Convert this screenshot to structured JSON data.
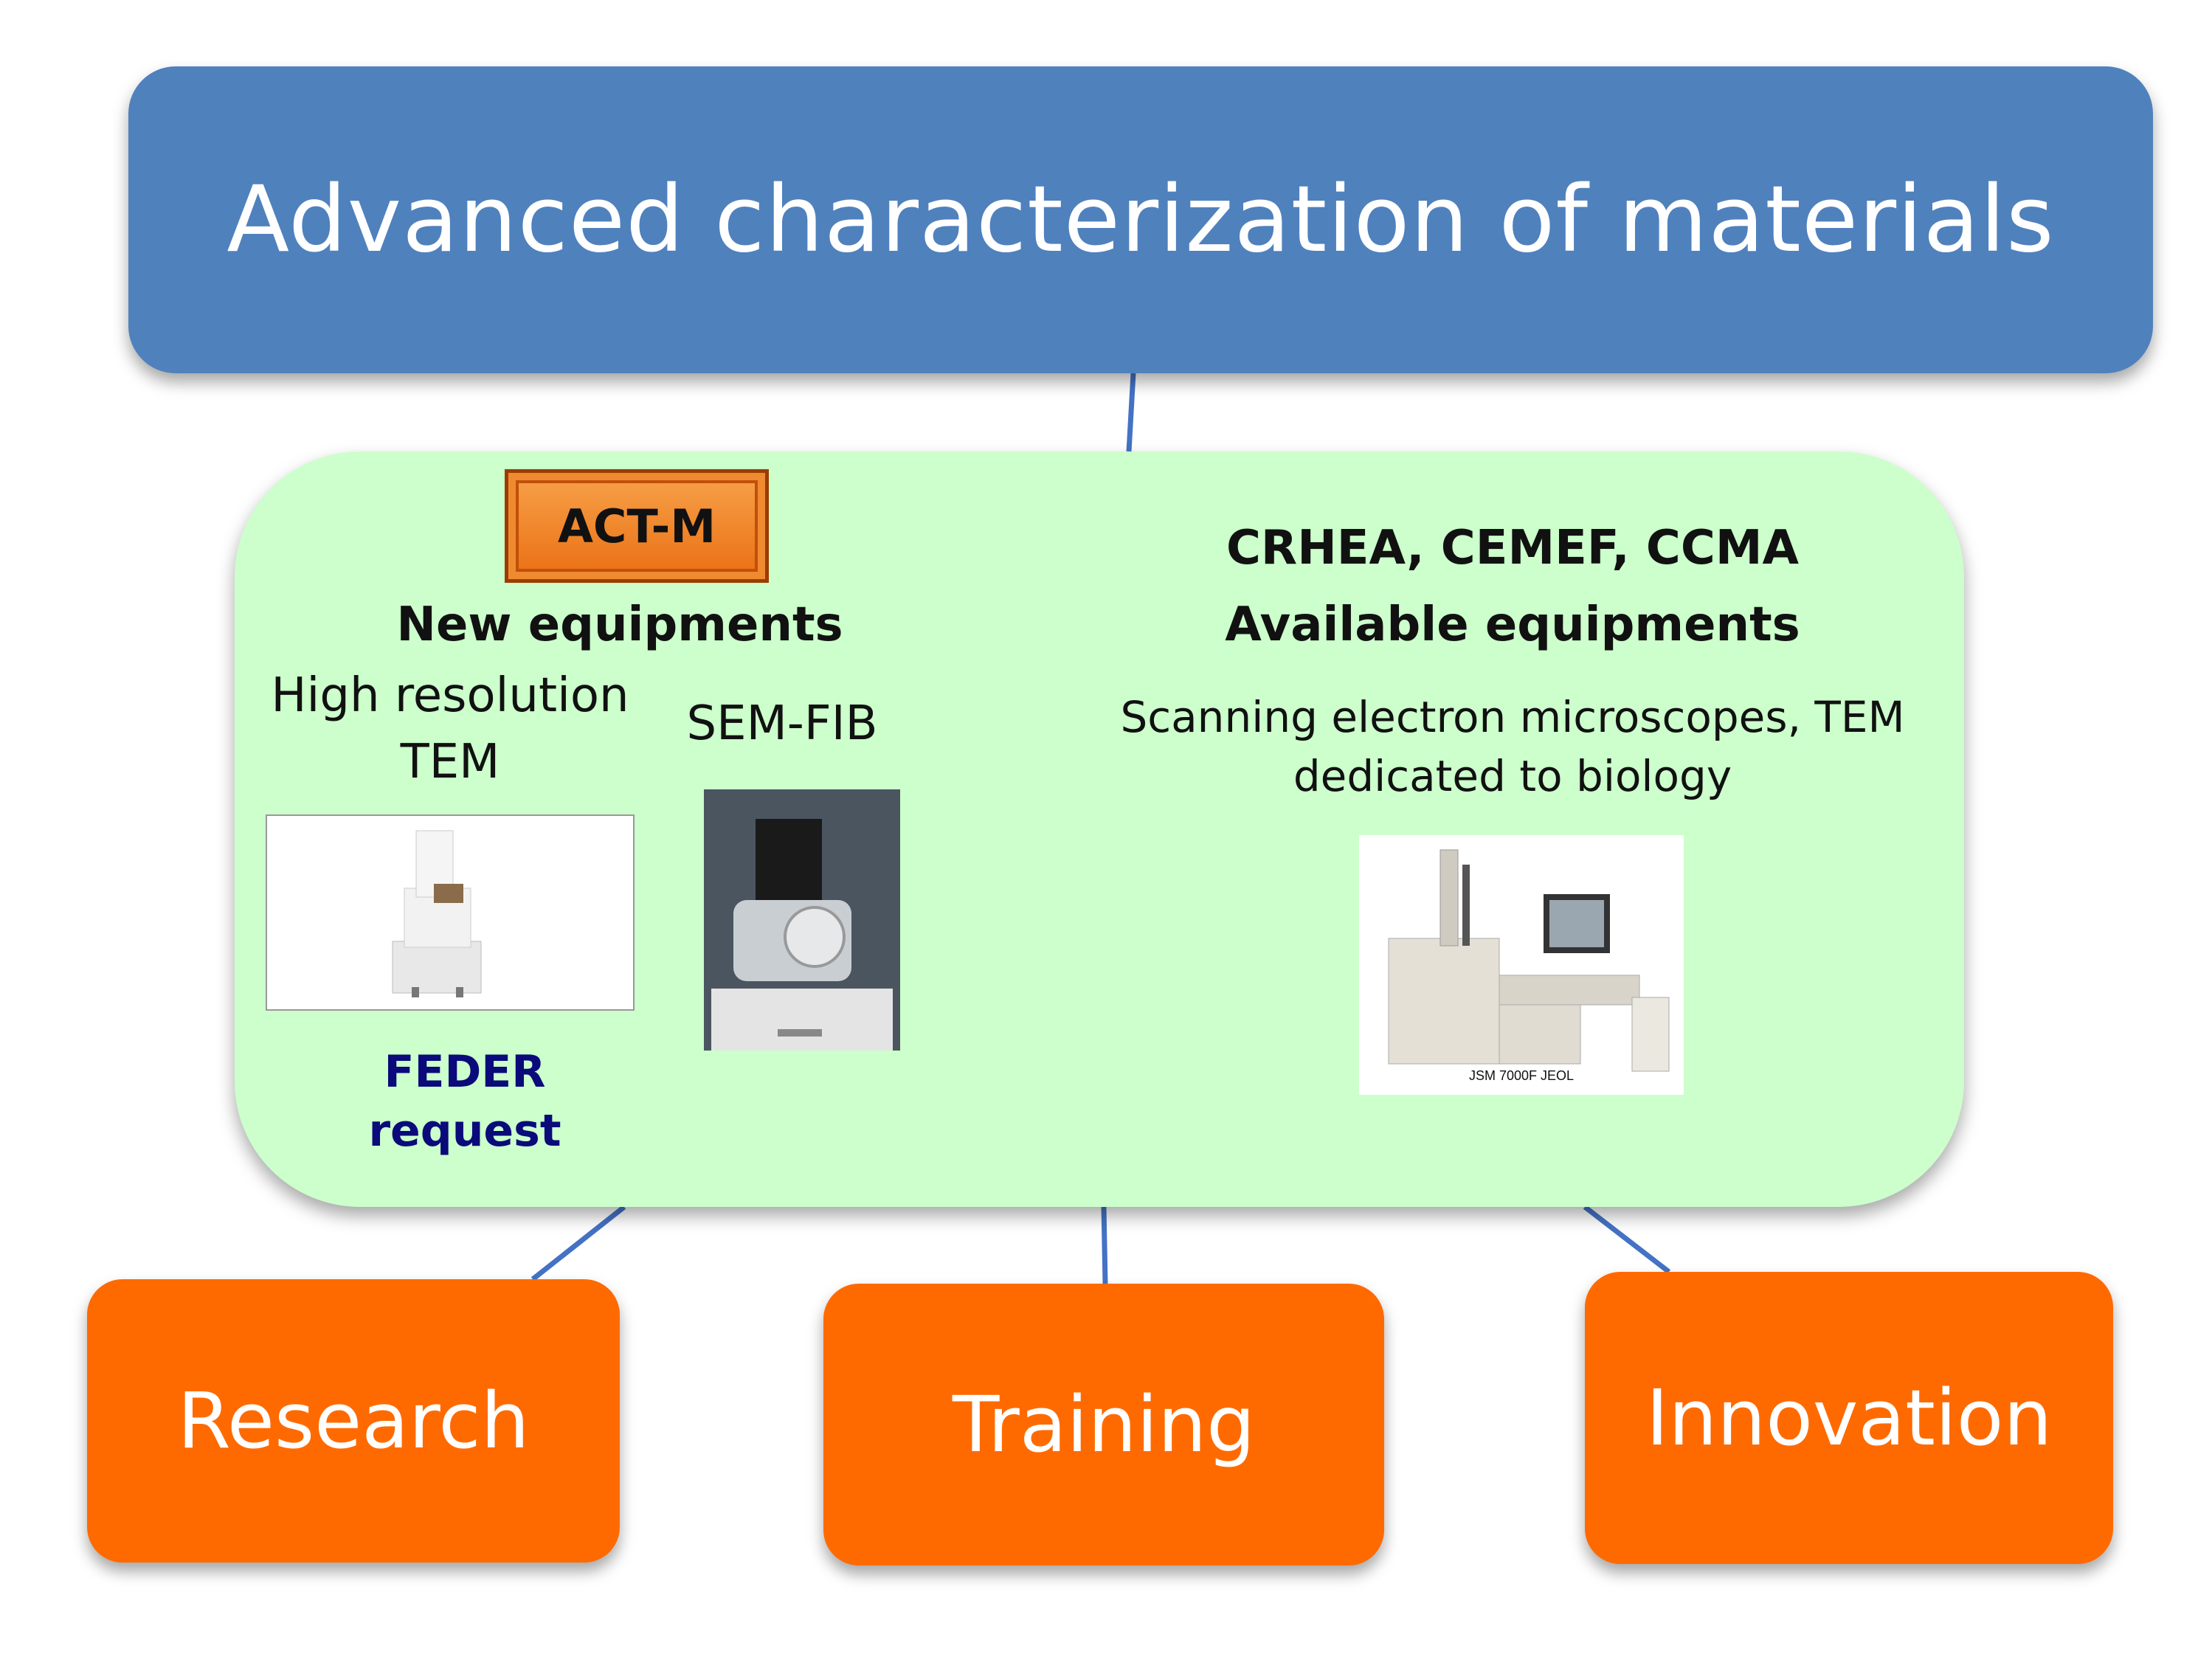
{
  "title": "Advanced characterization of materials",
  "center": {
    "badge": "ACT-M",
    "left_heading": "New equipments",
    "hr_tem_label_line1": "High resolution",
    "hr_tem_label_line2": "TEM",
    "sem_fib_label": "SEM-FIB",
    "feder_line1": "FEDER",
    "feder_line2": "request",
    "labs": "CRHEA, CEMEF, CCMA",
    "right_heading": "Available equipments",
    "description_line1": "Scanning electron microscopes, TEM",
    "description_line2": "dedicated to biology",
    "photo_caption": "JSM 7000F JEOL"
  },
  "outcomes": [
    "Research",
    "Training",
    "Innovation"
  ],
  "colors": {
    "title_box": "#4f81bd",
    "center_box": "#ccffcc",
    "outcome_box": "#ff6a00",
    "connector": "#4472c4",
    "feder_text": "#0a0a7a"
  }
}
